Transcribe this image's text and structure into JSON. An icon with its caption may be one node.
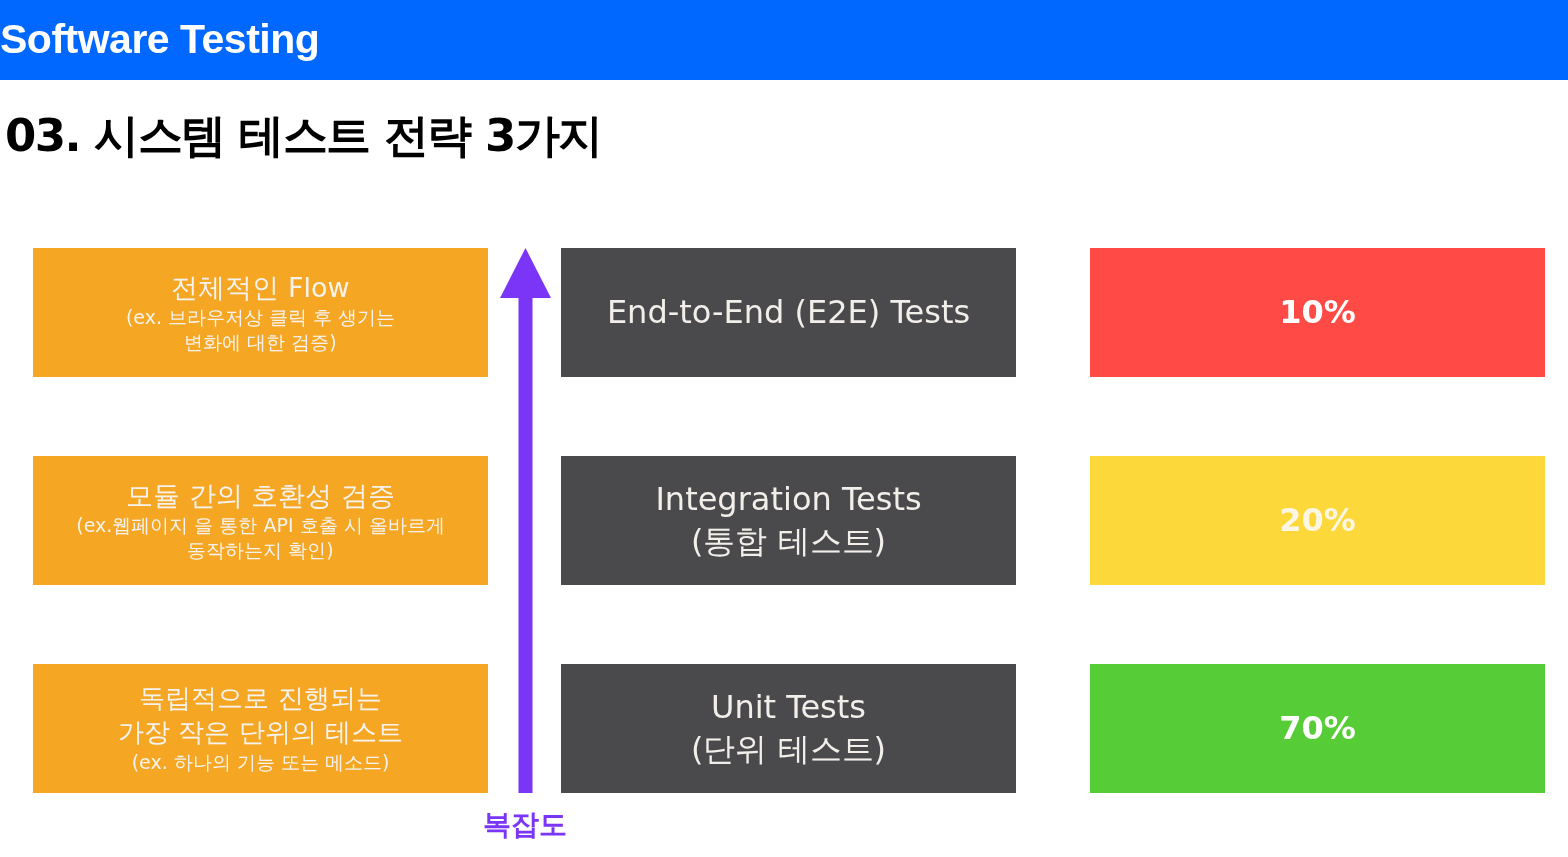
{
  "diagram": {
    "title": "03. 시스템 테스트 전략 3가지",
    "nodes": [
      {
        "text": [
          "전체적인 Flow",
          "(ex. 브라우저상 클릭 후 생기는 변화에 대한 검증)"
        ]
      },
      {
        "text": [
          "End-to-End (E2E) Tests"
        ]
      },
      {
        "text": [
          "10%"
        ]
      },
      {
        "text": [
          "모듈 간의 호환성 검증",
          "(ex.웹페이지 을 통한 API 호출 시 올바르게 동작하는지 확인)"
        ]
      },
      {
        "text": [
          "Integration Tests (통합 테스트)"
        ]
      },
      {
        "text": [
          "20%"
        ]
      },
      {
        "text": [
          "독립적으로 진행되는 가장 작은 단위의 테스트",
          "(ex. 하나의 기능 또는 메소드)"
        ]
      },
      {
        "text": [
          "Unit Tests (단위 테스트)"
        ]
      },
      {
        "text": [
          "70%"
        ]
      }
    ],
    "labels": [
      "Software Testing",
      "복잡도"
    ]
  }
}
